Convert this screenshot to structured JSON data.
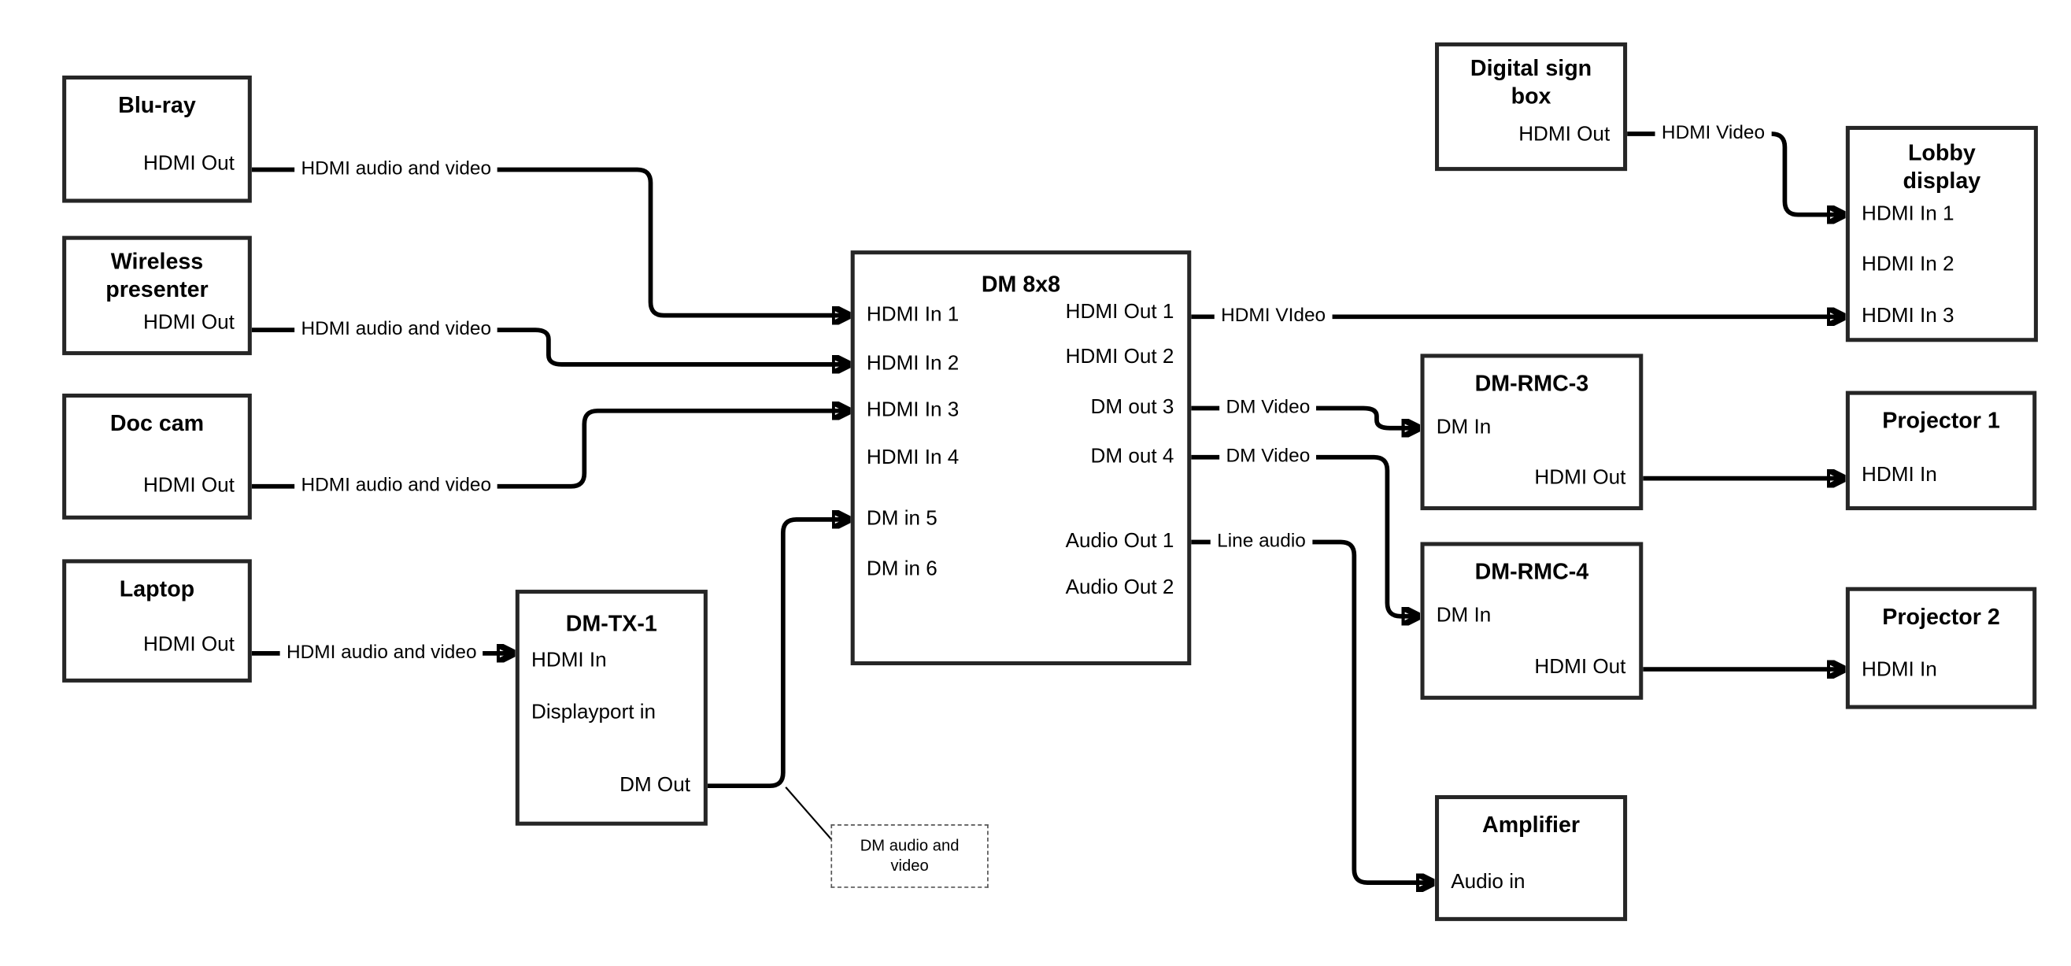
{
  "colors": {
    "line": "#000000",
    "box_border": "#262626",
    "text": "#000000",
    "background": "#ffffff"
  },
  "boxes": {
    "bluray": {
      "title": "Blu-ray",
      "hdmi_out": "HDMI Out"
    },
    "wireless_presenter": {
      "title": "Wireless presenter",
      "hdmi_out": "HDMI Out"
    },
    "doc_cam": {
      "title": "Doc cam",
      "hdmi_out": "HDMI Out"
    },
    "laptop": {
      "title": "Laptop",
      "hdmi_out": "HDMI Out"
    },
    "dm_tx_1": {
      "title": "DM-TX-1",
      "hdmi_in": "HDMI In",
      "displayport_in": "Displayport in",
      "dm_out": "DM Out"
    },
    "dm_8x8": {
      "title": "DM 8x8",
      "hdmi_in_1": "HDMI In 1",
      "hdmi_in_2": "HDMI In 2",
      "hdmi_in_3": "HDMI In 3",
      "hdmi_in_4": "HDMI In 4",
      "dm_in_5": "DM in 5",
      "dm_in_6": "DM in 6",
      "hdmi_out_1": "HDMI Out 1",
      "hdmi_out_2": "HDMI Out 2",
      "dm_out_3": "DM out 3",
      "dm_out_4": "DM out 4",
      "audio_out_1": "Audio Out 1",
      "audio_out_2": "Audio Out 2"
    },
    "digital_sign_box": {
      "title": "Digital sign box",
      "hdmi_out": "HDMI Out"
    },
    "lobby_display": {
      "title": "Lobby display",
      "hdmi_in_1": "HDMI In 1",
      "hdmi_in_2": "HDMI In 2",
      "hdmi_in_3": "HDMI In 3"
    },
    "dm_rmc_3": {
      "title": "DM-RMC-3",
      "dm_in": "DM In",
      "hdmi_out": "HDMI Out"
    },
    "projector_1": {
      "title": "Projector 1",
      "hdmi_in": "HDMI In"
    },
    "dm_rmc_4": {
      "title": "DM-RMC-4",
      "dm_in": "DM In",
      "hdmi_out": "HDMI Out"
    },
    "projector_2": {
      "title": "Projector 2",
      "hdmi_in": "HDMI In"
    },
    "amplifier": {
      "title": "Amplifier",
      "audio_in": "Audio in"
    }
  },
  "connection_labels": {
    "bluray_hdmi": "HDMI audio and video",
    "wireless_hdmi": "HDMI audio and video",
    "doc_cam_hdmi": "HDMI audio and video",
    "laptop_hdmi": "HDMI audio and video",
    "hdmi_out_1": "HDMI VIdeo",
    "dm_out_3": "DM Video",
    "dm_out_4": "DM Video",
    "audio_out_1": "Line audio",
    "digital_sign_hdmi": "HDMI Video"
  },
  "note": {
    "text": "DM audio and video"
  }
}
